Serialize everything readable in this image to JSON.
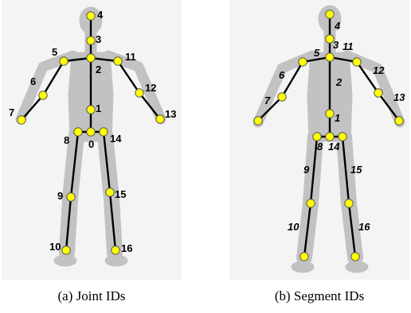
{
  "figure": {
    "panel_a": {
      "caption": "(a) Joint IDs",
      "labels": [
        "0",
        "1",
        "2",
        "3",
        "4",
        "5",
        "6",
        "7",
        "8",
        "9",
        "10",
        "11",
        "12",
        "13",
        "14",
        "15",
        "16"
      ]
    },
    "panel_b": {
      "caption": "(b) Segment IDs",
      "labels": [
        "1",
        "2",
        "3",
        "4",
        "5",
        "6",
        "7",
        "8",
        "9",
        "10",
        "11",
        "12",
        "13",
        "14",
        "15",
        "16"
      ]
    },
    "colors": {
      "silhouette": "#c2c2c2",
      "bone": "#000000",
      "joint_fill": "#ffff00",
      "joint_stroke": "#555555",
      "background": "#f4f4f4"
    }
  }
}
